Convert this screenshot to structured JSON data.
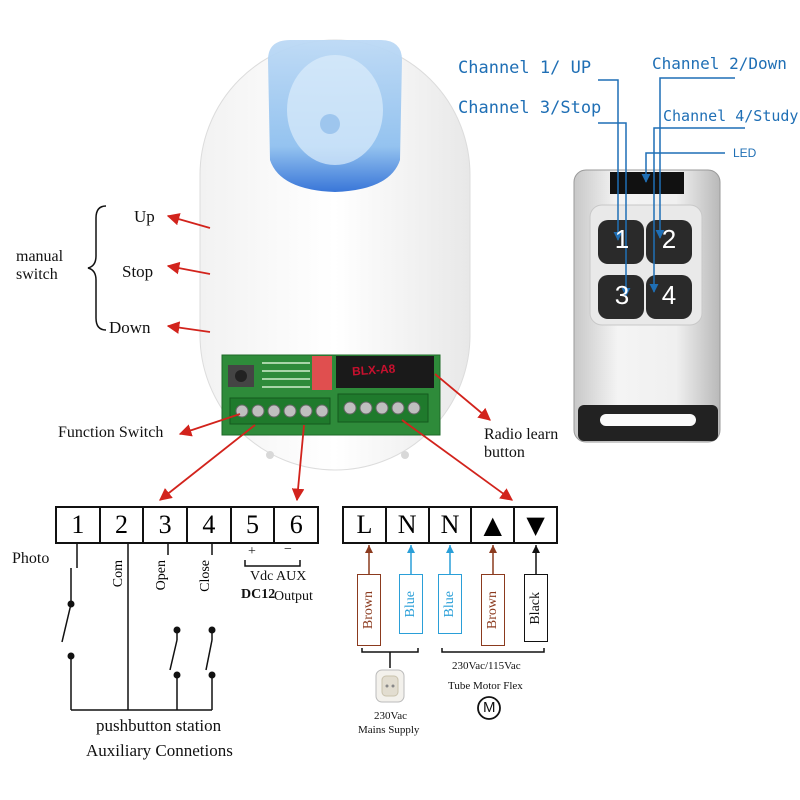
{
  "remote": {
    "channel1": "Channel 1/ UP",
    "channel2": "Channel 2/Down",
    "channel3": "Channel 3/Stop",
    "channel4": "Channel 4/Study",
    "led": "LED",
    "buttons": [
      "1",
      "2",
      "3",
      "4"
    ]
  },
  "manual_switch": {
    "label_line1": "manual",
    "label_line2": "switch",
    "up": "Up",
    "stop": "Stop",
    "down": "Down"
  },
  "board": {
    "function_switch": "Function Switch",
    "radio_learn_line1": "Radio learn",
    "radio_learn_line2": "button",
    "relay_marking": "BLX-A8"
  },
  "terminals_left": [
    "1",
    "2",
    "3",
    "4",
    "5",
    "6"
  ],
  "terminals_right": [
    "L",
    "N",
    "N",
    "▲",
    "▼"
  ],
  "left_wiring": {
    "photo": "Photo",
    "com": "Com",
    "open": "Open",
    "close": "Close",
    "plus": "+",
    "minus": "−",
    "vdc_aux": "Vdc AUX",
    "dc12": "DC12",
    "output": "Output",
    "pushbutton_station": "pushbutton station",
    "auxiliary": "Auxiliary Connetions"
  },
  "right_wiring": {
    "wires": [
      "Brown",
      "Blue",
      "Blue",
      "Brown",
      "Black"
    ],
    "voltage": "230Vac/115Vac",
    "motor": "Tube Motor Flex",
    "motor_symbol": "M",
    "mains_line1": "230Vac",
    "mains_line2": "Mains Supply"
  },
  "colors": {
    "brown": "#8b3a1e",
    "blue": "#2a9fd8",
    "black": "#111111",
    "arrow_red": "#d2231c",
    "label_blue": "#1f6fb5"
  }
}
